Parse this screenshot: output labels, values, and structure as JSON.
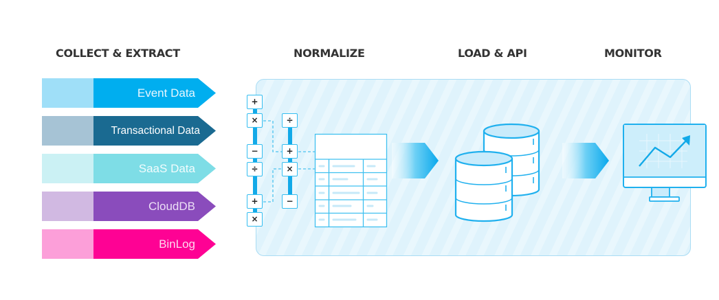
{
  "stages": [
    {
      "id": "collect",
      "title": "COLLECT & EXTRACT"
    },
    {
      "id": "normalize",
      "title": "NORMALIZE"
    },
    {
      "id": "load",
      "title": "LOAD & API"
    },
    {
      "id": "monitor",
      "title": "MONITOR"
    }
  ],
  "sources": [
    {
      "label": "Event Data",
      "pale": "#9fdff8",
      "color": "#00aeef",
      "text": "#e8f7ff"
    },
    {
      "label": "Transactional  Data",
      "pale": "#a6c3d5",
      "color": "#1a6a91",
      "text": "#ffffff"
    },
    {
      "label": "SaaS Data",
      "pale": "#cbf1f4",
      "color": "#7edde6",
      "text": "#f2fcfd"
    },
    {
      "label": "CloudDB",
      "pale": "#d1b9e2",
      "color": "#8a4cbc",
      "text": "#ecdff6"
    },
    {
      "label": "BinLog",
      "pale": "#fc9fd9",
      "color": "#fe0294",
      "text": "#ffd8ef"
    }
  ],
  "operators": {
    "column_1": [
      "+",
      "×",
      "−",
      "÷",
      "+",
      "×"
    ],
    "column_2": [
      "÷",
      "+",
      "×",
      "−"
    ]
  },
  "icons": {
    "table": "table-icon",
    "database": "database-icon",
    "monitor": "monitor-chart-icon",
    "arrow": "flow-arrow-icon"
  },
  "colors": {
    "accent": "#12a9e8",
    "panel_border": "#a9dcf4",
    "heading": "#333333"
  }
}
